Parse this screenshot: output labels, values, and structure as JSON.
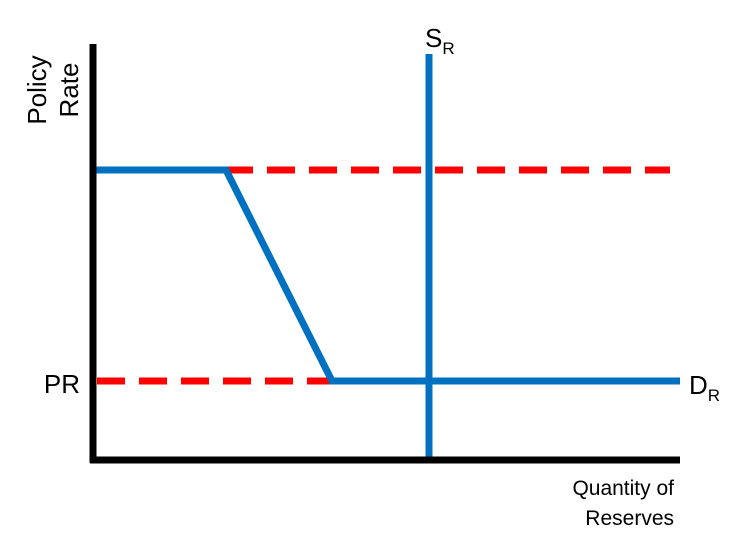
{
  "diagram": {
    "y_axis_label_line1": "Policy",
    "y_axis_label_line2": "Rate",
    "x_axis_label_line1": "Quantity of",
    "x_axis_label_line2": "Reserves",
    "pr_label": "PR",
    "supply_label_main": "S",
    "supply_label_sub": "R",
    "demand_label_main": "D",
    "demand_label_sub": "R"
  },
  "colors": {
    "curve": "#0070C0",
    "dashed": "#FF0000",
    "axes": "#000000"
  }
}
